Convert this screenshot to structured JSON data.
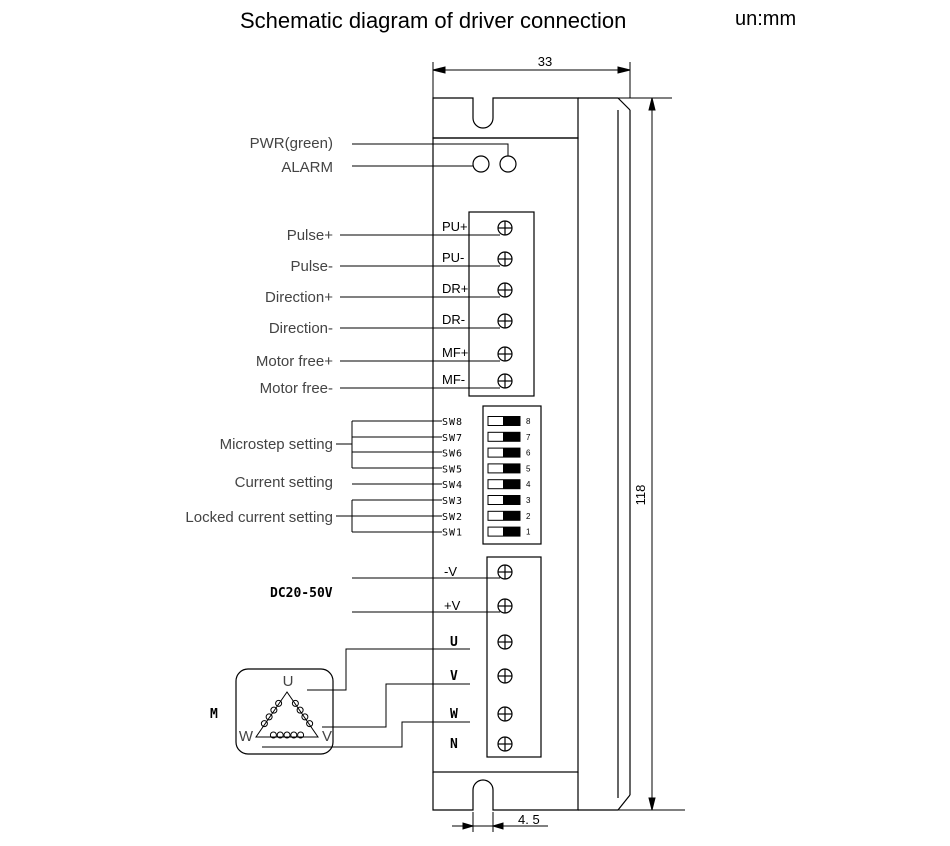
{
  "title": "Schematic diagram of driver connection",
  "unit": "un:mm",
  "dimensions": {
    "width": "33",
    "height": "118",
    "slot": "4. 5"
  },
  "leds": {
    "pwr": "PWR(green)",
    "alarm": "ALARM"
  },
  "signals": [
    {
      "label": "Pulse+",
      "terminal": "PU+"
    },
    {
      "label": "Pulse-",
      "terminal": "PU-"
    },
    {
      "label": "Direction+",
      "terminal": "DR+"
    },
    {
      "label": "Direction-",
      "terminal": "DR-"
    },
    {
      "label": "Motor free+",
      "terminal": "MF+"
    },
    {
      "label": "Motor free-",
      "terminal": "MF-"
    }
  ],
  "switches": [
    {
      "name": "SW8",
      "num": "8"
    },
    {
      "name": "SW7",
      "num": "7"
    },
    {
      "name": "SW6",
      "num": "6"
    },
    {
      "name": "SW5",
      "num": "5"
    },
    {
      "name": "SW4",
      "num": "4"
    },
    {
      "name": "SW3",
      "num": "3"
    },
    {
      "name": "SW2",
      "num": "2"
    },
    {
      "name": "SW1",
      "num": "1"
    }
  ],
  "switch_groups": {
    "microstep": "Microstep setting",
    "current": "Current setting",
    "locked": "Locked current setting"
  },
  "power": {
    "label": "DC20-50V",
    "terminals": [
      "-V",
      "+V"
    ]
  },
  "motor": {
    "label": "M",
    "terminals": [
      "U",
      "V",
      "W",
      "N"
    ],
    "phases": [
      "U",
      "W",
      "V"
    ]
  }
}
